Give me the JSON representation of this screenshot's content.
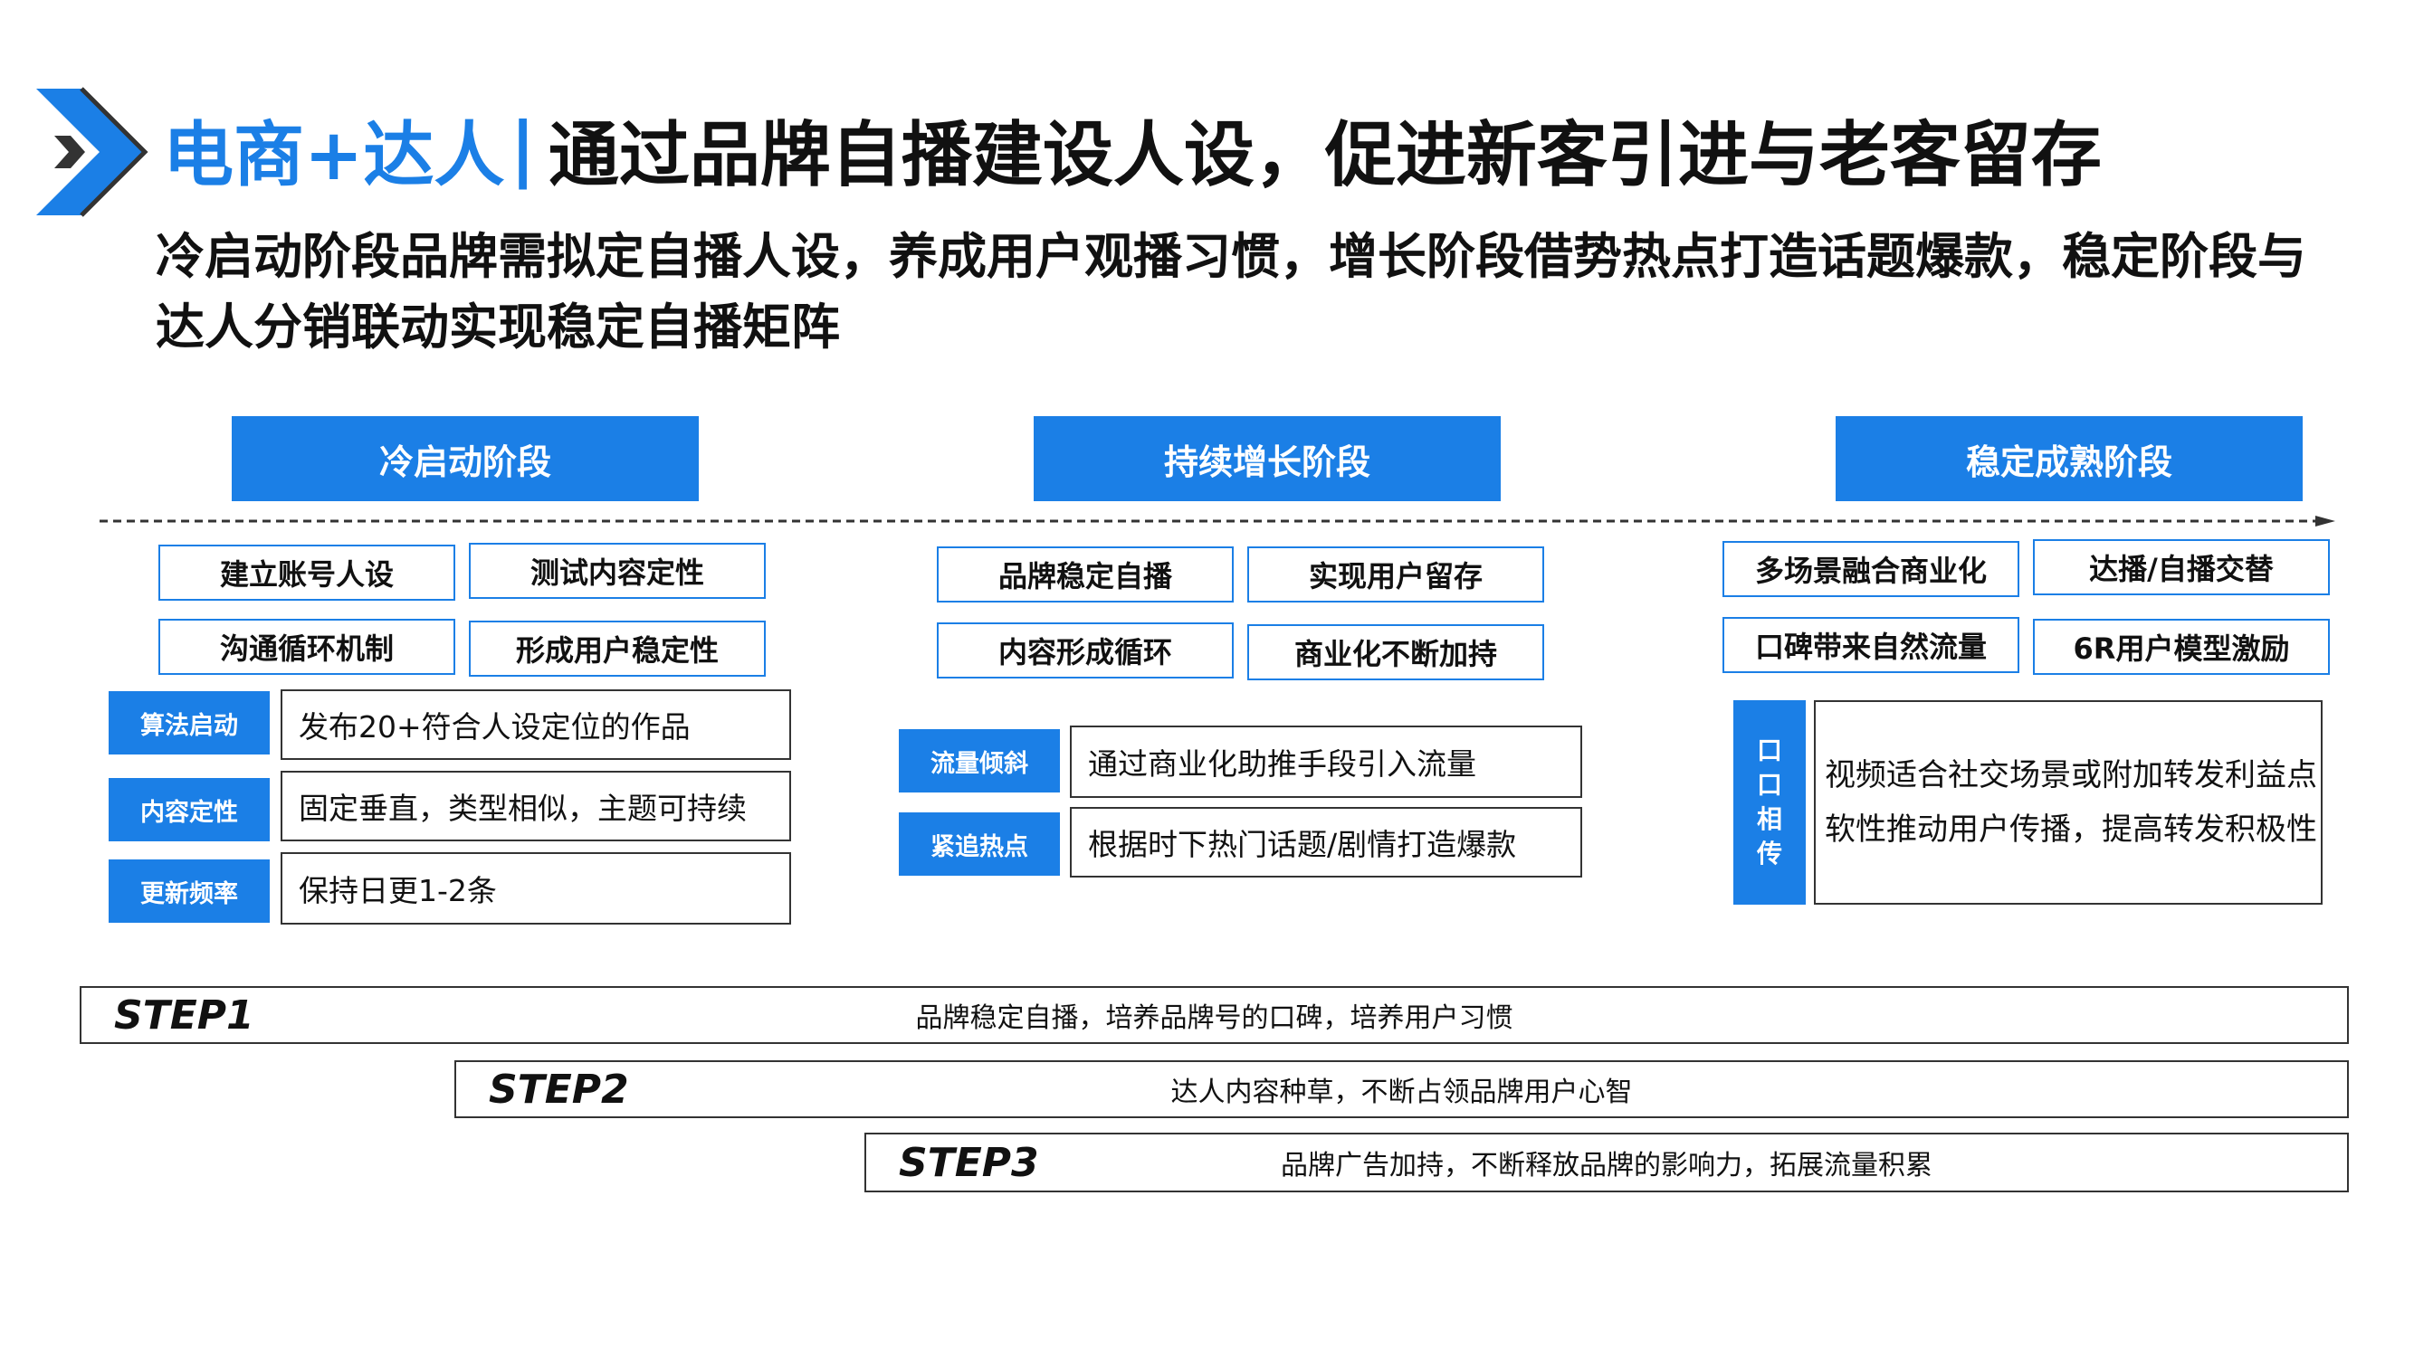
{
  "header": {
    "brand": "电商+达人",
    "separator": "|",
    "title": "通过品牌自播建设人设，促进新客引进与老客留存",
    "subtitle": "冷启动阶段品牌需拟定自播人设，养成用户观播习惯，增长阶段借势热点打造话题爆款，稳定阶段与达人分销联动实现稳定自播矩阵"
  },
  "colors": {
    "accent": "#1b7fe6",
    "text": "#111111",
    "border": "#333333"
  },
  "phases": [
    {
      "title": "冷启动阶段",
      "features": [
        "建立账号人设",
        "测试内容定性",
        "沟通循环机制",
        "形成用户稳定性"
      ],
      "rows": [
        {
          "label": "算法启动",
          "text": "发布20+符合人设定位的作品"
        },
        {
          "label": "内容定性",
          "text": "固定垂直，类型相似，主题可持续"
        },
        {
          "label": "更新频率",
          "text": "保持日更1-2条"
        }
      ]
    },
    {
      "title": "持续增长阶段",
      "features": [
        "品牌稳定自播",
        "实现用户留存",
        "内容形成循环",
        "商业化不断加持"
      ],
      "rows": [
        {
          "label": "流量倾斜",
          "text": "通过商业化助推手段引入流量"
        },
        {
          "label": "紧追热点",
          "text": "根据时下热门话题/剧情打造爆款"
        }
      ]
    },
    {
      "title": "稳定成熟阶段",
      "features": [
        "多场景融合商业化",
        "达播/自播交替",
        "口碑带来自然流量",
        "6R用户模型激励"
      ],
      "vertical_label": "口口相传",
      "vertical_lines": [
        "视频适合社交场景或附加转发利益点",
        "软性推动用户传播，提高转发积极性"
      ]
    }
  ],
  "steps": [
    {
      "label": "STEP1",
      "text": "品牌稳定自播，培养品牌号的口碑，培养用户习惯"
    },
    {
      "label": "STEP2",
      "text": "达人内容种草，不断占领品牌用户心智"
    },
    {
      "label": "STEP3",
      "text": "品牌广告加持，不断释放品牌的影响力，拓展流量积累"
    }
  ],
  "icons": {
    "logo": "double-chevron-right-icon",
    "timeline_end": "arrow-right-icon"
  }
}
